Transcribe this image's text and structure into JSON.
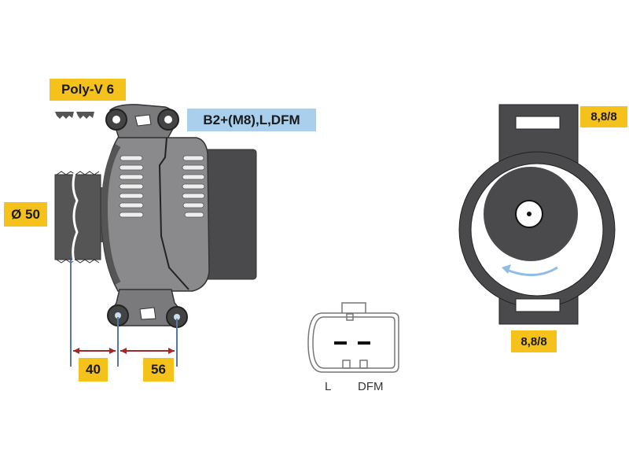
{
  "labels": {
    "belt": "Poly-V 6",
    "terminals": "B2+(M8),L,DFM",
    "pulley_diameter": "Ø 50",
    "dim_pulley_to_mount": "40",
    "dim_mount_spacing": "56",
    "mount_top": "8,8/8",
    "mount_bottom": "8,8/8",
    "connector_pin_l": "L",
    "connector_pin_dfm": "DFM"
  },
  "colors": {
    "label_yellow": "#f5c21b",
    "label_blue": "#a9cfec",
    "body_gray": "#7a7a7c",
    "dark_gray": "#4a4a4c",
    "dimension_red": "#a02a2a",
    "dimension_blue": "#5577aa",
    "rotation_arrow": "#8fbde6"
  }
}
